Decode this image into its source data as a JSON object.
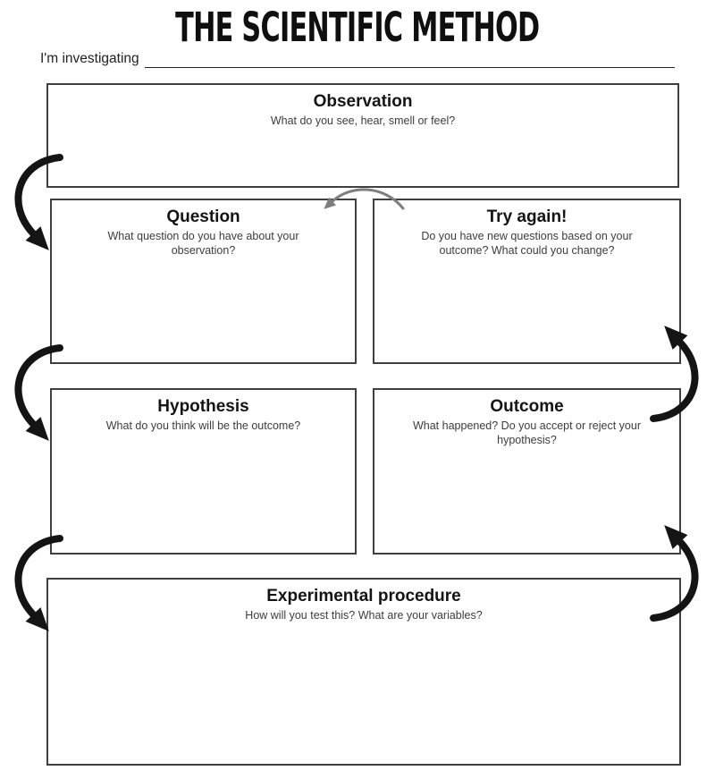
{
  "title": "THE SCIENTIFIC METHOD",
  "investigating": {
    "label": "I'm investigating",
    "value": ""
  },
  "boxes": {
    "observation": {
      "title": "Observation",
      "prompt": "What do you see, hear, smell or feel?"
    },
    "question": {
      "title": "Question",
      "prompt": "What question do you have about your observation?"
    },
    "try_again": {
      "title": "Try again!",
      "prompt": "Do you have new questions based on your outcome? What could you change?"
    },
    "hypothesis": {
      "title": "Hypothesis",
      "prompt": "What do you think will be the outcome?"
    },
    "outcome": {
      "title": "Outcome",
      "prompt": "What happened? Do you accept or reject your hypothesis?"
    },
    "experimental": {
      "title": "Experimental procedure",
      "prompt": "How will you test this? What are your variables?"
    }
  },
  "arrows": [
    {
      "name": "observation-to-question",
      "color": "#141414"
    },
    {
      "name": "question-to-hypothesis",
      "color": "#141414"
    },
    {
      "name": "hypothesis-to-procedure",
      "color": "#141414"
    },
    {
      "name": "procedure-to-outcome",
      "color": "#141414"
    },
    {
      "name": "outcome-to-tryagain",
      "color": "#141414"
    },
    {
      "name": "tryagain-to-question",
      "color": "#7e7e7e"
    }
  ],
  "colors": {
    "box_border": "#3f3f3f",
    "arrow_black": "#141414",
    "arrow_gray": "#7e7e7e",
    "text": "#1a1a1a",
    "background": "#ffffff"
  }
}
